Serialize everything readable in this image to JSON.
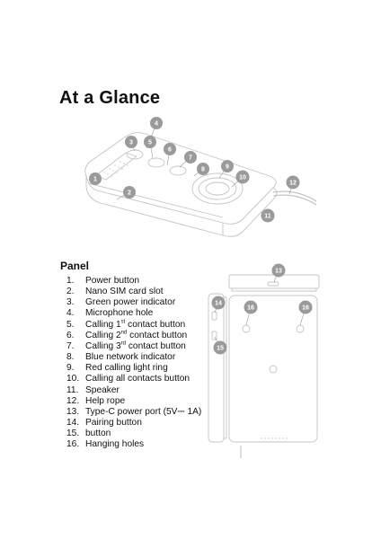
{
  "title": "At a Glance",
  "panel": {
    "heading": "Panel",
    "items": [
      {
        "num": "1.",
        "text": "Power button"
      },
      {
        "num": "2.",
        "text": "Nano SIM card slot"
      },
      {
        "num": "3.",
        "text": "Green power indicator"
      },
      {
        "num": "4.",
        "text": "Microphone hole"
      },
      {
        "num": "5.",
        "pre": "Calling 1",
        "sup": "st",
        "post": " contact button"
      },
      {
        "num": "6.",
        "pre": "Calling 2",
        "sup": "nd",
        "post": " contact button"
      },
      {
        "num": "7.",
        "pre": "Calling 3",
        "sup": "rd",
        "post": " contact button"
      },
      {
        "num": "8.",
        "text": "Blue network indicator"
      },
      {
        "num": "9.",
        "text": "Red calling light ring"
      },
      {
        "num": "10.",
        "text": "Calling all contacts button"
      },
      {
        "num": "11.",
        "text": "Speaker"
      },
      {
        "num": "12.",
        "text": "Help rope"
      },
      {
        "num": "13.",
        "text": "Type-C power port (5V⎓ 1A)"
      },
      {
        "num": "14.",
        "text": "Pairing button"
      },
      {
        "num": "15.",
        "text": "button"
      },
      {
        "num": "16.",
        "text": "Hanging holes"
      }
    ]
  },
  "callouts": {
    "c1": "1",
    "c2": "2",
    "c3": "3",
    "c4": "4",
    "c5": "5",
    "c6": "6",
    "c7": "7",
    "c8": "8",
    "c9": "9",
    "c10": "10",
    "c11": "11",
    "c12": "12",
    "c13": "13",
    "c14": "14",
    "c15": "15",
    "c16a": "16",
    "c16b": "16"
  },
  "colors": {
    "outline": "#c4c4c4",
    "callout": "#9a9a9a"
  }
}
